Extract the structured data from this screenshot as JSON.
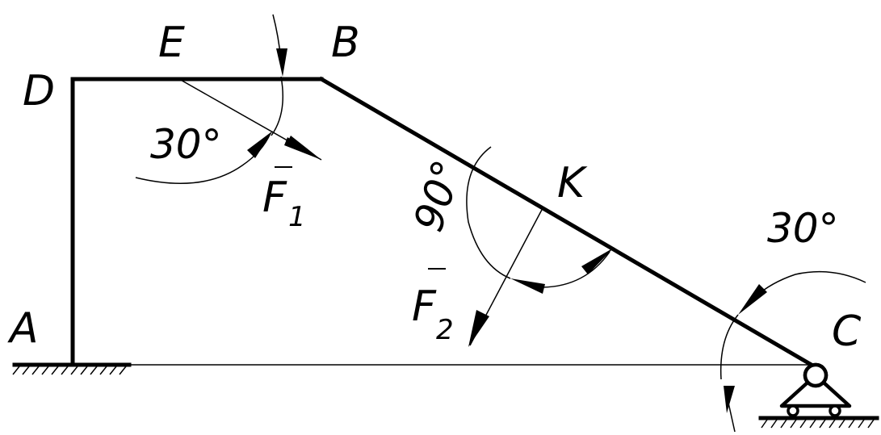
{
  "points": {
    "A": "A",
    "B": "B",
    "C": "C",
    "D": "D",
    "E": "E",
    "K": "K"
  },
  "forces": {
    "f1_main": "F",
    "f1_sub": "1",
    "f2_main": "F",
    "f2_sub": "2"
  },
  "angles": {
    "f1_angle": "30°",
    "f2_angle": "90°",
    "c_angle": "30°"
  }
}
